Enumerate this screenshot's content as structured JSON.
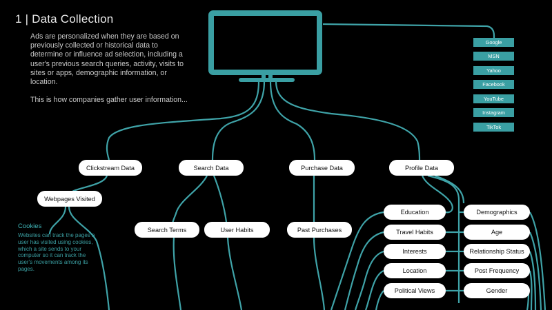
{
  "header": {
    "title": "1 | Data Collection",
    "intro_paragraphs": [
      "Ads are personalized when they are based on previously collected or historical data to determine or influence ad selection, including a user's previous search queries, activity, visits to sites or apps, demographic information, or location.",
      "This is how companies gather user information..."
    ]
  },
  "cookies": {
    "title": "Cookies",
    "text": "Websites can track the pages a user has visited using cookies, which a site sends to your computer so it can track the user's movements among its pages."
  },
  "sites": [
    "Google",
    "MSN",
    "Yahoo",
    "Facebook",
    "YouTube",
    "Instagram",
    "TikTok"
  ],
  "categories": [
    "Clickstream Data",
    "Search Data",
    "Purchase Data",
    "Profile Data"
  ],
  "clickstream": {
    "webpages": "Webpages Visited"
  },
  "search": {
    "terms": "Search Terms",
    "habits": "User Habits"
  },
  "purchase": {
    "past": "Past Purchases"
  },
  "profile_left": [
    "Education",
    "Travel Habits",
    "Interests",
    "Location",
    "Political Views"
  ],
  "profile_right": [
    "Demographics",
    "Age",
    "Relationship Status",
    "Post Frequency",
    "Gender"
  ],
  "colors": {
    "background": "#000000",
    "accent": "#3a9fa3",
    "node": "#ffffff",
    "text": "#c9c9c9"
  },
  "icons": {
    "monitor": "monitor-icon"
  }
}
